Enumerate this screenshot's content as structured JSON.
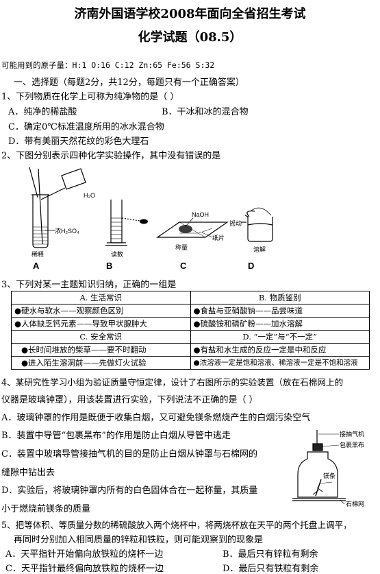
{
  "header": {
    "title": "济南外国语学校2008年面向全省招生考试",
    "subtitle": "化学试题（08.5）"
  },
  "atomic_masses": "可能用到的原子量：H:1   O:16   C:12  Zn:65   Fe:56  S:32",
  "section1": "一、选择题（每题2分，共12分，每题只有一个正确答案）",
  "q1": {
    "stem": "1、下列物质在化学上可称为纯净物的是（        ）",
    "A": "A．纯净的稀盐酸",
    "B": "B．干冰和冰的混合物",
    "C": "C．确定0℃标准温度所用的冰水混合物",
    "D": "D．带有美丽天然花纹的彩色大理石"
  },
  "q2": {
    "stem": "2、下图分别表示四种化学实验操作，其中没有错误的是",
    "fig": {
      "water": "H₂O",
      "acid": "浓H₂SO₄",
      "dilute": "稀释",
      "read": "读数",
      "naoh": "NaOH",
      "paper": "纸片",
      "weigh": "称量",
      "shake": "摇动",
      "dissolve": "溶解"
    },
    "letters": [
      "A",
      "B",
      "C",
      "D"
    ]
  },
  "q3": {
    "stem": "3、下列对某一主题知识归纳，正确的一组是",
    "table": {
      "A_head": "A. 生活常识",
      "A_1": "●硬水与软水——观察颜色区别",
      "A_2": "●人体缺乏钙元素——导致甲状腺肿大",
      "B_head": "B. 物质鉴别",
      "B_1": "●食盐与亚硝酸钠——品尝味道",
      "B_2": "●硫酸铵和磷矿粉——加水溶解",
      "C_head": "C. 安全常识",
      "C_1": "●长时间堆放的柴草——要不时翻动",
      "C_2": "●进入陌生溶洞前——先做灯火试验",
      "D_head": "D. “一定”与“不一定”",
      "D_1": "●有盐和水生成的反应一定是中和反应",
      "D_2": "●浓溶液一定是饱和溶液、稀溶液一定是不饱和溶液"
    }
  },
  "q4": {
    "stem1": "4、某研究性学习小组为验证质量守恒定律，设计了右图所示的实验装置（放在石棉网上的",
    "stem2": "仪器是玻璃钟罩），用该装置进行实验，下列说法不正确的是（        ）",
    "A": "A．玻璃钟罩的作用是既便于收集白烟，又可避免镁条燃烧产生的白烟污染空气",
    "B": "B．装置中导管“包裹黑布”的作用是防止白烟从导管中逃走",
    "C1": "C．装置中玻璃导管接抽气机的目的是防止白烟从钟罩与石棉网的",
    "C2": "缝隙中钻出去",
    "D1": "D．实验后，将玻璃钟罩内所有的白色固体合在一起称量，其质量",
    "D2": "小于燃烧前镁条的质量",
    "fig": {
      "pump": "接抽气机",
      "cloth": "包裹黑布",
      "mg": "镁条",
      "net": "石棉网"
    }
  },
  "q5": {
    "stem1": "5、把等体积、等质量分数的稀硫酸放入两个烧杯中，将两烧杯放在天平的两个托盘上调平，",
    "stem2": "再同时分别加入相同质量的锌粒和铁粒，则可能观察到的现象是",
    "A": "A．天平指针开始偏向放铁粒的烧杯一边",
    "B": "B．最后只有锌粒有剩余",
    "C": "C．天平指针最终偏向放铁粒的烧杯一边",
    "D": "D．最后只有铁粒有剩余"
  }
}
